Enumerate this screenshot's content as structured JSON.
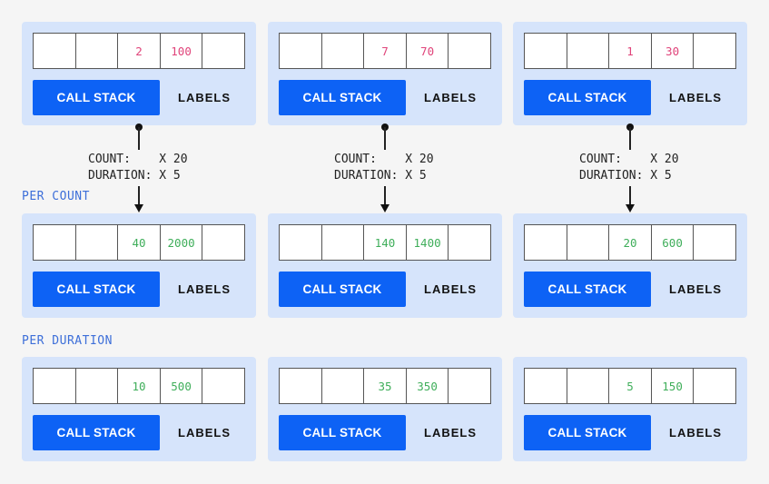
{
  "section_labels": {
    "per_count": "PER COUNT",
    "per_duration": "PER DURATION"
  },
  "multiplier": {
    "count_line": "COUNT:    X 20",
    "duration_line": "DURATION: X 5"
  },
  "colors": {
    "panel_bg": "#d6e4fb",
    "button_bg": "#0d62f5",
    "raw_value": "#e0447a",
    "computed_value": "#3fae5a",
    "section_label": "#3d6fd9"
  },
  "rows": [
    {
      "name": "raw",
      "panels": [
        {
          "cells": [
            "",
            "",
            "2",
            "100",
            ""
          ],
          "button": "CALL STACK",
          "label": "LABELS"
        },
        {
          "cells": [
            "",
            "",
            "7",
            "70",
            ""
          ],
          "button": "CALL STACK",
          "label": "LABELS"
        },
        {
          "cells": [
            "",
            "",
            "1",
            "30",
            ""
          ],
          "button": "CALL STACK",
          "label": "LABELS"
        }
      ]
    },
    {
      "name": "per-count",
      "panels": [
        {
          "cells": [
            "",
            "",
            "40",
            "2000",
            ""
          ],
          "button": "CALL STACK",
          "label": "LABELS"
        },
        {
          "cells": [
            "",
            "",
            "140",
            "1400",
            ""
          ],
          "button": "CALL STACK",
          "label": "LABELS"
        },
        {
          "cells": [
            "",
            "",
            "20",
            "600",
            ""
          ],
          "button": "CALL STACK",
          "label": "LABELS"
        }
      ]
    },
    {
      "name": "per-duration",
      "panels": [
        {
          "cells": [
            "",
            "",
            "10",
            "500",
            ""
          ],
          "button": "CALL STACK",
          "label": "LABELS"
        },
        {
          "cells": [
            "",
            "",
            "35",
            "350",
            ""
          ],
          "button": "CALL STACK",
          "label": "LABELS"
        },
        {
          "cells": [
            "",
            "",
            "5",
            "150",
            ""
          ],
          "button": "CALL STACK",
          "label": "LABELS"
        }
      ]
    }
  ]
}
